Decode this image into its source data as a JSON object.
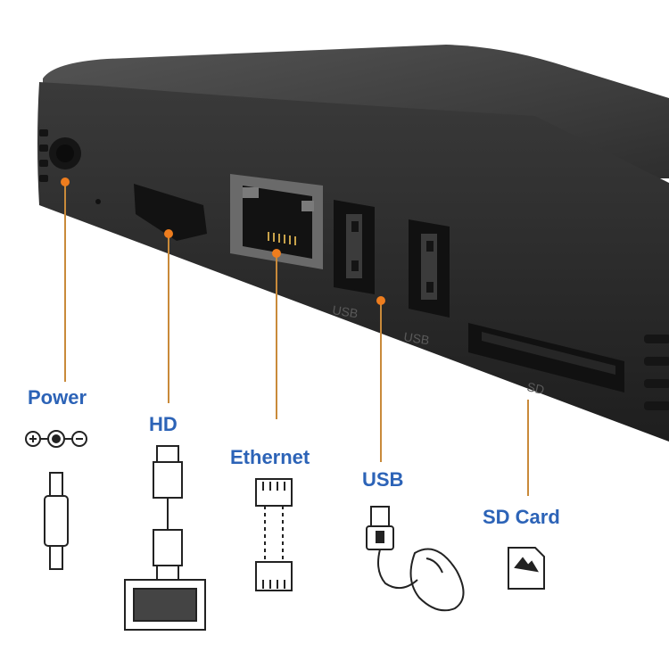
{
  "device": {
    "port_labels": [
      "USB",
      "USB",
      "SD"
    ]
  },
  "callouts": [
    {
      "label": "Power",
      "icon": "power-plug-icon"
    },
    {
      "label": "HD",
      "icon": "hd-cable-icon"
    },
    {
      "label": "Ethernet",
      "icon": "ethernet-cable-icon"
    },
    {
      "label": "USB",
      "icon": "usb-mouse-icon"
    },
    {
      "label": "SD Card",
      "icon": "sd-card-icon"
    }
  ],
  "colors": {
    "label": "#2c63b7",
    "leader_line": "#c98a3a",
    "marker": "#ee7d1e",
    "device_body": "#2b2b2b"
  }
}
